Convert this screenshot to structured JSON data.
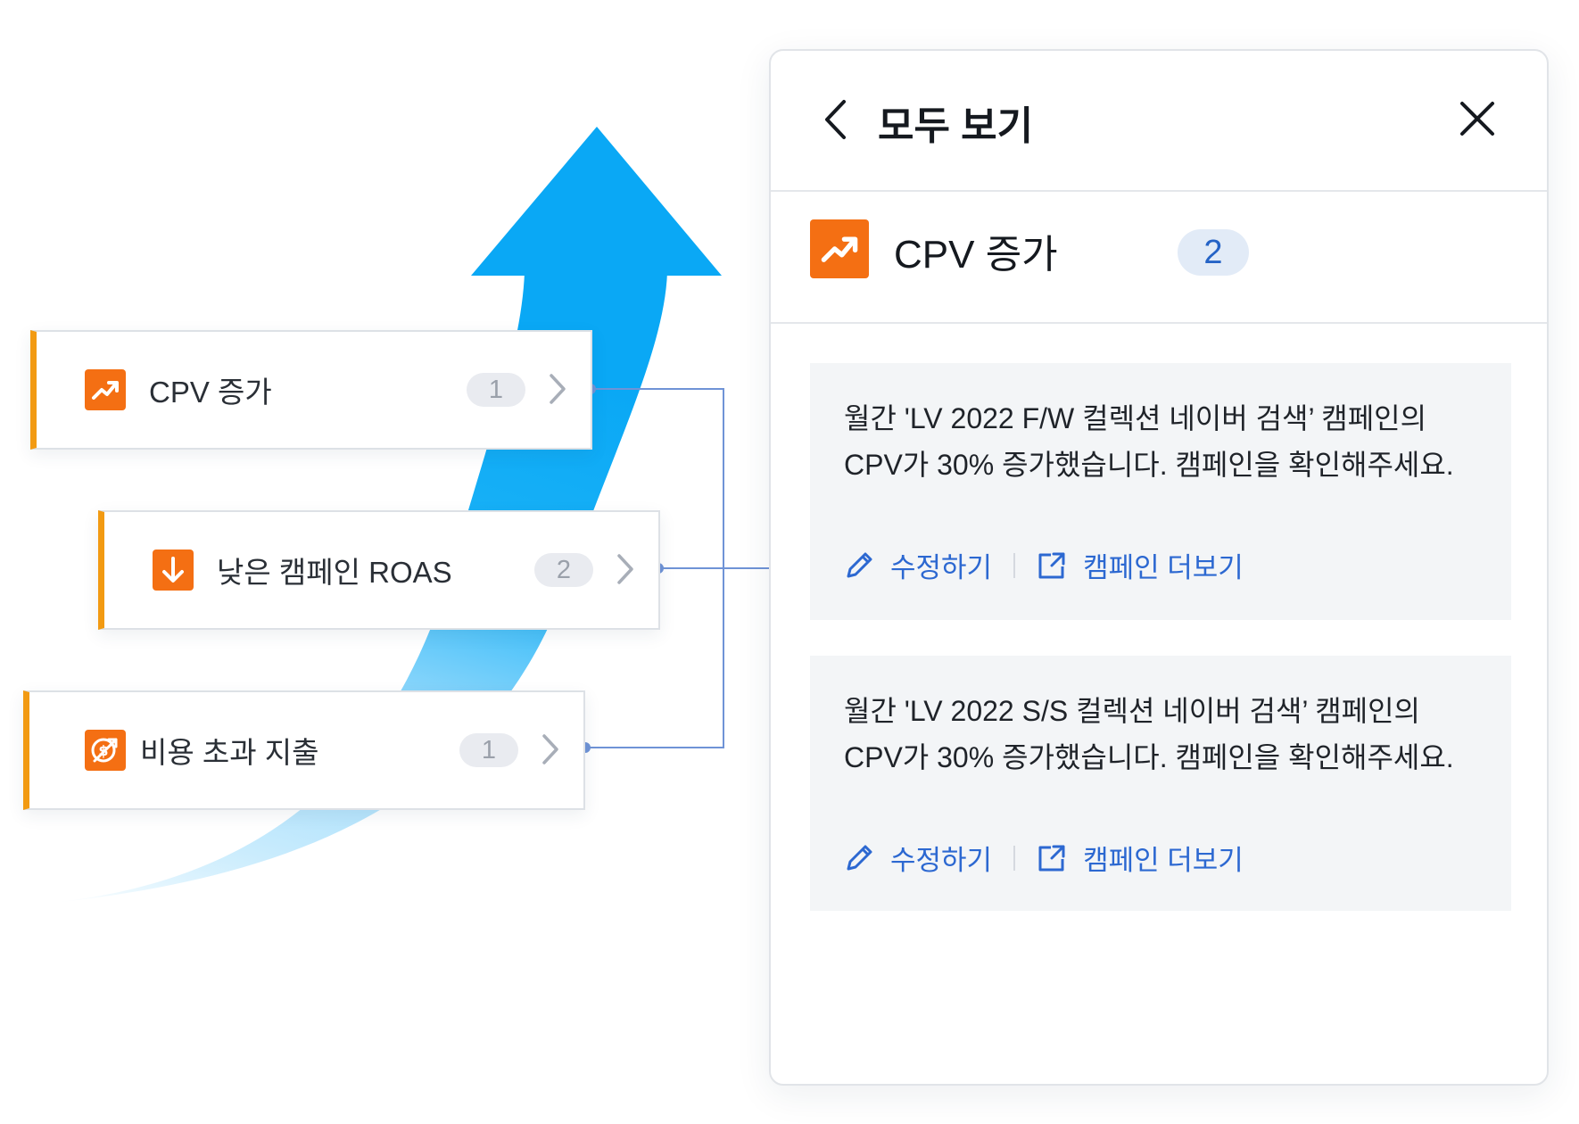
{
  "colors": {
    "accent_orange": "#f46f13",
    "card_border_orange": "#f29a12",
    "link_blue": "#2c68d1",
    "arrow_blue": "#0aa8f5",
    "connector": "#6f93d6"
  },
  "cards": [
    {
      "label": "CPV 증가",
      "count": "1",
      "icon": "trending-up-icon"
    },
    {
      "label": "낮은 캠페인 ROAS",
      "count": "2",
      "icon": "arrow-down-icon"
    },
    {
      "label": "비용 초과 지출",
      "count": "1",
      "icon": "cost-overrun-icon"
    }
  ],
  "panel": {
    "title": "모두 보기",
    "section_title": "CPV 증가",
    "section_count": "2",
    "alerts": [
      {
        "line1": "월간 'LV 2022 F/W 컬렉션 네이버 검색’ 캠페인의",
        "line2": "CPV가 30% 증가했습니다. 캠페인을 확인해주세요.",
        "edit_label": "수정하기",
        "more_label": "캠페인 더보기"
      },
      {
        "line1": "월간 'LV 2022 S/S 컬렉션 네이버 검색’ 캠페인의",
        "line2": "CPV가 30% 증가했습니다. 캠페인을 확인해주세요.",
        "edit_label": "수정하기",
        "more_label": "캠페인 더보기"
      }
    ]
  }
}
